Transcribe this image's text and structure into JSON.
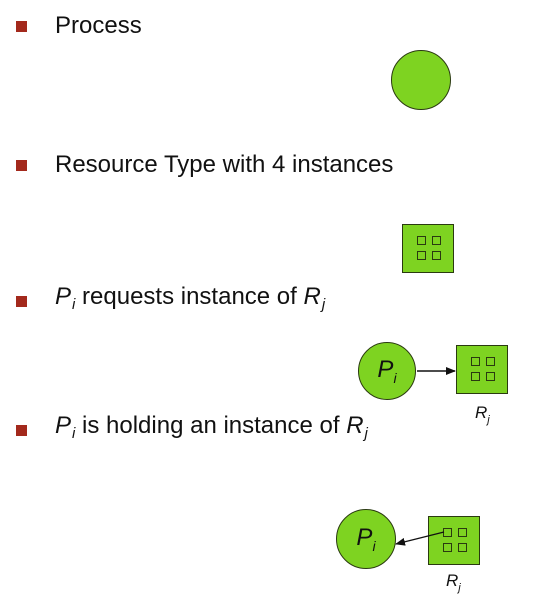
{
  "legend": {
    "items": [
      {
        "label": "Process"
      },
      {
        "label": "Resource Type with 4 instances"
      },
      {
        "prefix": "P",
        "prefix_sub": "i",
        "text": " requests instance of ",
        "suffix": "R",
        "suffix_sub": "j"
      },
      {
        "prefix": "P",
        "prefix_sub": "i",
        "text": " is holding an instance of ",
        "suffix": "R",
        "suffix_sub": "j"
      }
    ]
  },
  "diagram": {
    "request": {
      "process_label": "P",
      "process_sub": "i",
      "resource_label": "R",
      "resource_sub": "j"
    },
    "holding": {
      "process_label": "P",
      "process_sub": "i",
      "resource_label": "R",
      "resource_sub": "j"
    }
  },
  "colors": {
    "node_fill": "#7ed321",
    "node_stroke": "#2a3a10",
    "bullet": "#a3291c"
  }
}
